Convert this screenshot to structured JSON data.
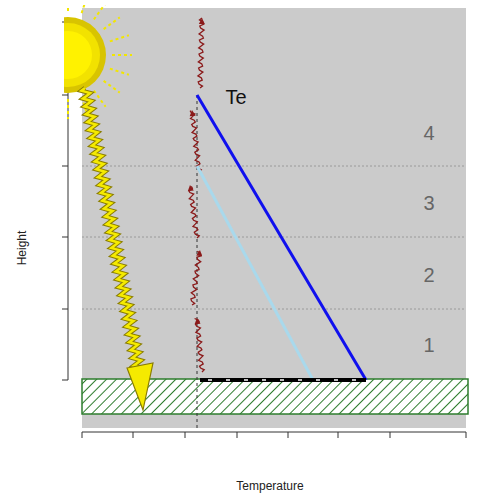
{
  "diagram": {
    "labels": [
      "Height",
      "Temperature",
      "Te",
      "4",
      "3",
      "2",
      "1"
    ]
  }
}
